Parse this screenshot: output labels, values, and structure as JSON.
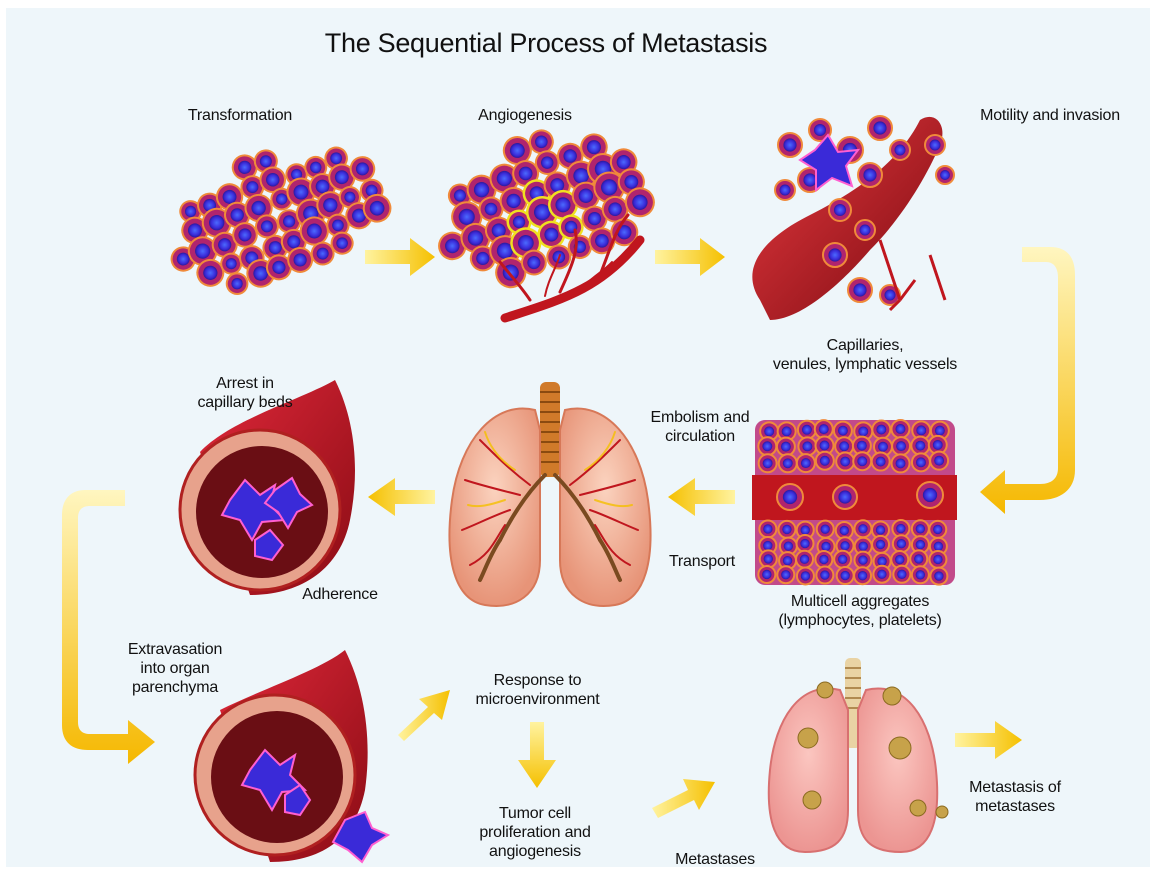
{
  "title": "The Sequential Process of Metastasis",
  "labels": {
    "transformation": "Transformation",
    "angiogenesis": "Angiogenesis",
    "motility": "Motility and invasion",
    "capillaries": "Capillaries,\nvenules, lymphatic vessels",
    "arrest": "Arrest in\ncapillary beds",
    "embolism": "Embolism and\ncirculation",
    "transport": "Transport",
    "adherence": "Adherence",
    "multicell": "Multicell aggregates\n(lymphocytes, platelets)",
    "extravasation": "Extravasation\ninto organ\nparenchyma",
    "response": "Response to\nmicroenvironment",
    "proliferation": "Tumor cell\nproliferation and\nangiogenesis",
    "metastases": "Metastases",
    "metastasis_of": "Metastasis of\nmetastases"
  },
  "colors": {
    "cell_fill": "#b0246e",
    "cell_border": "#f08a3a",
    "nucleus": "#3a2ad8",
    "vessel": "#c0161e",
    "vessel_dark": "#7a0a10",
    "arrow": "#f6c400",
    "lung": "#f2b59a",
    "background": "#eef6fa"
  }
}
